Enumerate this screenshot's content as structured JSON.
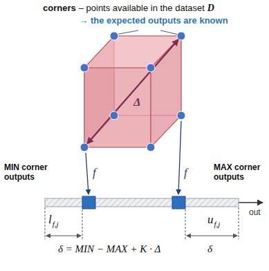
{
  "diagram": {
    "labels": [
      "corners",
      "– points available in the dataset",
      "D",
      "→ the expected outputs are known",
      "Δ",
      "MIN corner outputs",
      "MAX corner outputs",
      "f",
      "f",
      "out",
      "l",
      "f,j",
      "u",
      "f,j",
      "δ = MIN − MAX + K · Δ",
      "δ"
    ]
  }
}
